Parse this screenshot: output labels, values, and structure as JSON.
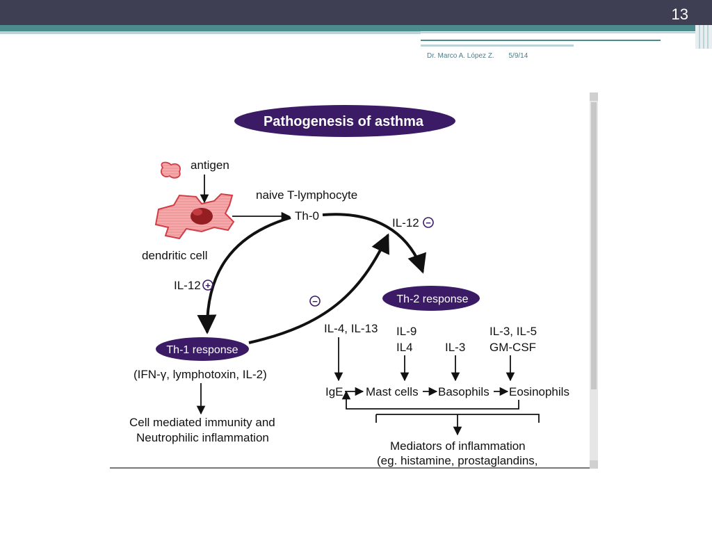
{
  "slide": {
    "page_number": "13",
    "author": "Dr. Marco A. López Z.",
    "date": "5/9/14"
  },
  "diagram": {
    "title": "Pathogenesis of asthma",
    "antigen": "antigen",
    "naive": "naive T-lymphocyte",
    "th0": "Th-0",
    "dendritic": "dendritic cell",
    "il12_pos": "IL-12",
    "il12_neg": "IL-12",
    "minus": "−",
    "plus": "+",
    "th1": "Th-1 response",
    "th2": "Th-2 response",
    "th1_products": "(IFN-γ, lymphotoxin, IL-2)",
    "cell_mediated_1": "Cell mediated immunity and",
    "cell_mediated_2": "Neutrophilic inflammation",
    "il4_il13": "IL-4, IL-13",
    "il9": "IL-9",
    "il4": "IL4",
    "il3": "IL-3",
    "il3_il5": "IL-3, IL-5",
    "gmcsf": "GM-CSF",
    "ige": "IgE",
    "mast": "Mast cells",
    "baso": "Basophils",
    "eosino": "Eosinophils",
    "mediators_1": "Mediators of inflammation",
    "mediators_2": "(eg. histamine, prostaglandins,",
    "colors": {
      "pill": "#3b1a66",
      "dendritic_fill": "#f4a9ab",
      "dendritic_stroke": "#d23c44",
      "nucleus": "#8a1014",
      "header_dark": "#3e3f52",
      "header_teal": "#4d8a8c",
      "header_light": "#b9d3d6"
    }
  }
}
